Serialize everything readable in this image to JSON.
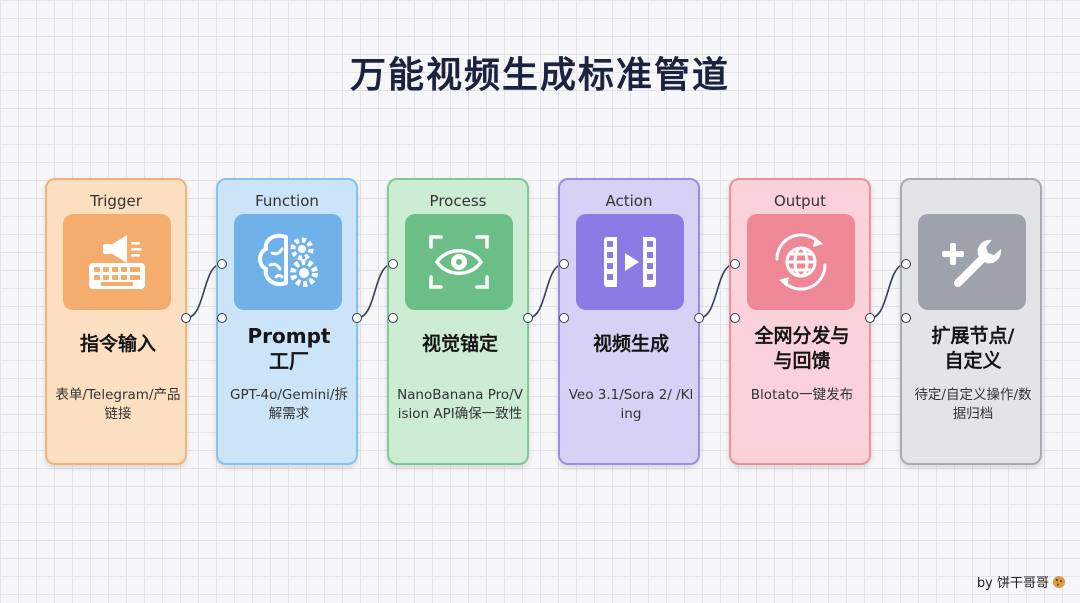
{
  "title": "万能视频生成标准管道",
  "colors": {
    "trigger": "#f6b77d",
    "function": "#86c2f0",
    "process": "#7cc994",
    "action": "#9a8de6",
    "output": "#f08e9e",
    "custom": "#9ea2ac",
    "wire": "#344058"
  },
  "cards": [
    {
      "type": "Trigger",
      "name": "指令输入",
      "desc": "表单/Telegram/产品链接",
      "icon": "megaphone-keyboard-icon"
    },
    {
      "type": "Function",
      "name_line1": "Prompt",
      "name_line2": "工厂",
      "desc": "GPT-4o/Gemini/拆解需求",
      "icon": "brain-gear-icon"
    },
    {
      "type": "Process",
      "name": "视觉锚定",
      "desc": "NanoBanana Pro/Vision API确保一致性",
      "icon": "eye-scan-icon"
    },
    {
      "type": "Action",
      "name": "视频生成",
      "desc": "Veo 3.1/Sora 2/ /Kling",
      "icon": "film-play-icon"
    },
    {
      "type": "Output",
      "name_line1": "全网分发与",
      "name_line2": "与回馈",
      "desc": "Blotato一键发布",
      "icon": "globe-sync-icon"
    },
    {
      "type": "",
      "name_line1": "扩展节点/",
      "name_line2": "自定义",
      "desc": "待定/自定义操作/数据归档",
      "icon": "plus-wrench-icon"
    }
  ],
  "credit": "by 饼干哥哥"
}
